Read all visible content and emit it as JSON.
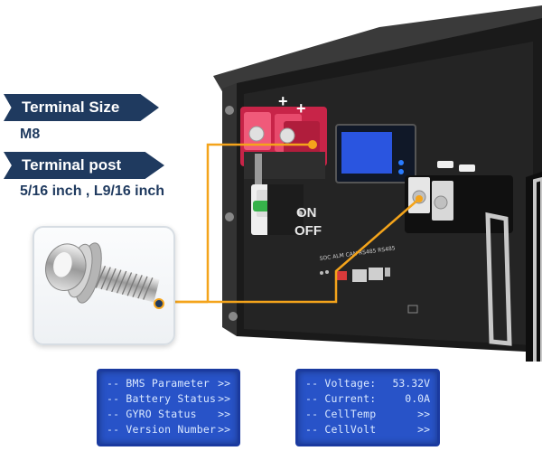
{
  "labels": {
    "terminal_size_title": "Terminal Size",
    "terminal_size_value": "M8",
    "terminal_post_title": "Terminal post",
    "terminal_post_value": "5/16 inch , L9/16 inch"
  },
  "battery": {
    "positive_marks": [
      "+",
      "+"
    ],
    "switch_on": "ON",
    "switch_off": "OFF",
    "front_panel_text": "SOC  ALM  CAN  RS485  RS485",
    "colors": {
      "body": "#2b2b2b",
      "positive": "#e8325a",
      "callout_line": "#f4a41b",
      "display": "#2a55e0"
    }
  },
  "lcd_menu": {
    "rows": [
      {
        "key": "-- BMS Parameter",
        "value": ">>"
      },
      {
        "key": "-- Battery Status",
        "value": ">>"
      },
      {
        "key": "-- GYRO Status",
        "value": ">>"
      },
      {
        "key": "-- Version Number",
        "value": ">>"
      }
    ]
  },
  "lcd_status": {
    "rows": [
      {
        "key": "-- Voltage:",
        "value": "53.32V"
      },
      {
        "key": "-- Current:",
        "value": "0.0A"
      },
      {
        "key": "-- CellTemp",
        "value": ">>"
      },
      {
        "key": "-- CellVolt",
        "value": ">>"
      }
    ]
  }
}
